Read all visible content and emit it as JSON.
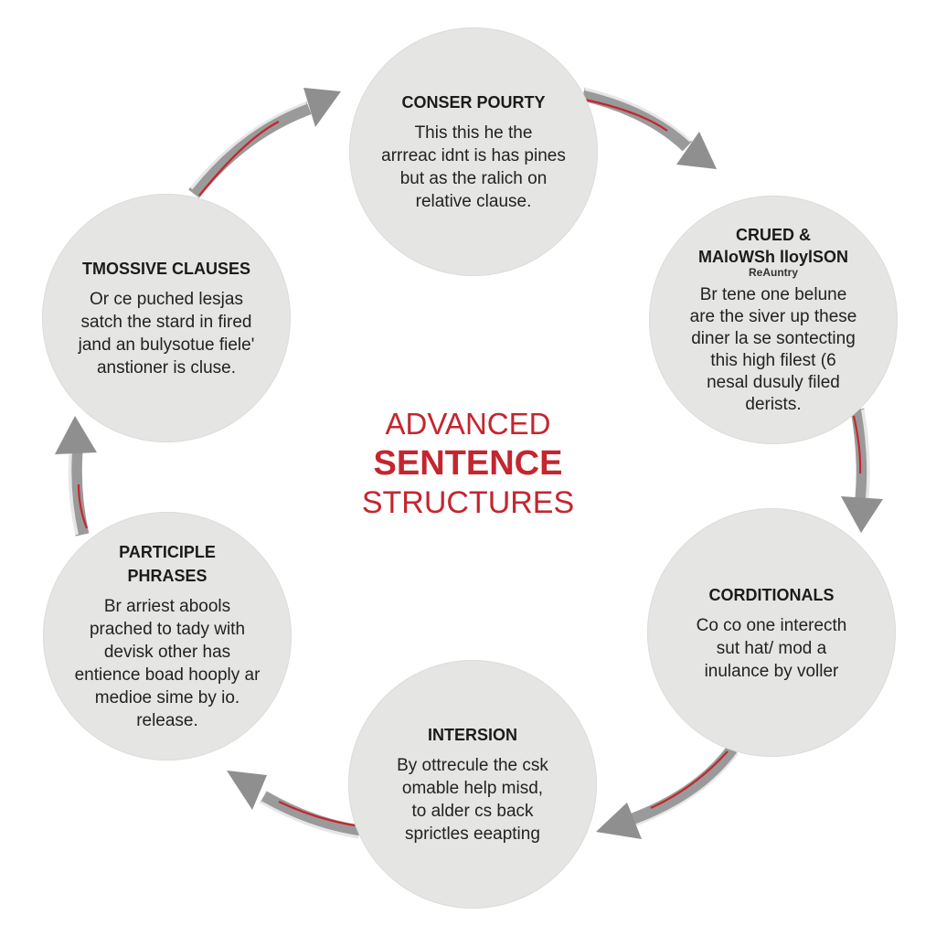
{
  "center": {
    "line1": "ADVANCED",
    "line2": "SENTENCE",
    "line3": "STRUCTURES"
  },
  "nodes": [
    {
      "id": "top",
      "title": [
        "CONSER POURTY"
      ],
      "body": [
        "This this he the",
        "arrreac idnt is has pines",
        "but as the ralich on",
        "relative clause."
      ]
    },
    {
      "id": "upper-right",
      "title": [
        "CRUED &",
        "MAloWSh lloylSON"
      ],
      "subtitle": "ReAuntry",
      "body": [
        "Br tene one belune",
        "are the siver up these",
        "diner la se sontecting",
        "this high filest (6",
        "nesal dusuly filed",
        "derists."
      ]
    },
    {
      "id": "lower-right",
      "title": [
        "CORDITIONALS"
      ],
      "body": [
        "Co co one interecth",
        "sut hat/ mod a",
        "inulance by voller"
      ]
    },
    {
      "id": "bottom",
      "title": [
        "INTERSION"
      ],
      "body": [
        "By ottrecule the csk",
        "omable help misd,",
        "to alder cs back",
        "sprictles eeapting"
      ]
    },
    {
      "id": "lower-left",
      "title": [
        "PARTICIPLE",
        "PHRASES"
      ],
      "body": [
        "Br arriest abools",
        "prached to tady with",
        "devisk other has",
        "entience boad hooply ar",
        "medioe sime by io.",
        "release."
      ]
    },
    {
      "id": "upper-left",
      "title": [
        "TMOSSIVE CLAUSES"
      ],
      "body": [
        "Or ce puched lesjas",
        "satch the stard in fired",
        "jand an bulysotue fiele'",
        "anstioner is cluse."
      ]
    }
  ],
  "colors": {
    "accent": "#c4262e",
    "node_fill": "#e5e5e4",
    "arrow": "#9a9a9a",
    "text": "#1b1b1b"
  }
}
